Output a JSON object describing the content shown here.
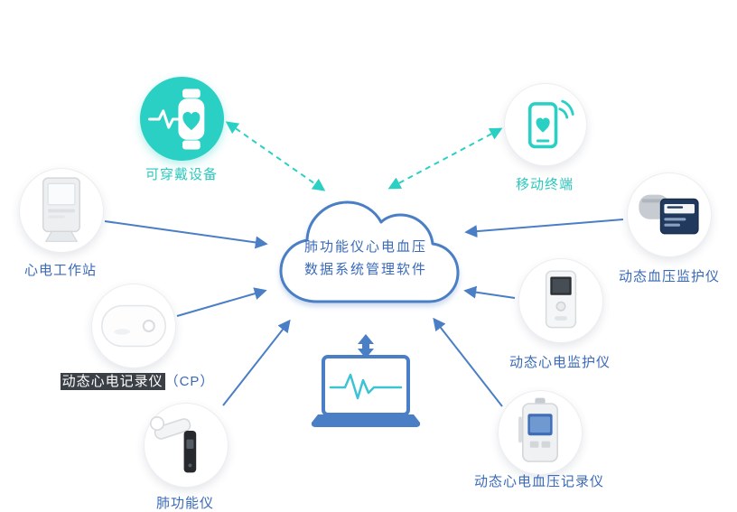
{
  "cloud": {
    "line1": "肺功能仪心电血压",
    "line2": "数据系统管理软件"
  },
  "nodes": {
    "wearable": {
      "label": "可穿戴设备",
      "icon": "smartwatch-heart-icon"
    },
    "mobile": {
      "label": "移动终端",
      "icon": "smartphone-heart-signal-icon"
    },
    "ecg_workstation": {
      "label": "心电工作站",
      "icon": "ecg-workstation-device-icon"
    },
    "ecg_recorder": {
      "label_highlighted": "动态心电记录仪",
      "label_suffix": "（CP）",
      "icon": "holter-recorder-device-icon"
    },
    "spirometer": {
      "label": "肺功能仪",
      "icon": "spirometer-device-icon"
    },
    "bp_monitor": {
      "label": "动态血压监护仪",
      "icon": "bp-monitor-device-icon"
    },
    "ecg_monitor": {
      "label": "动态心电监护仪",
      "icon": "ecg-monitor-device-icon"
    },
    "ecg_bp_recorder": {
      "label": "动态心电血压记录仪",
      "icon": "ecg-bp-recorder-device-icon"
    }
  },
  "laptop": {
    "icon": "laptop-ecg-waveform-icon"
  },
  "colors": {
    "teal": "#2bd0c5",
    "teal_label": "#2bc8bd",
    "blue": "#4a7ec5",
    "label_blue": "#3a6ab8",
    "highlight_bg": "#3b3f46",
    "highlight_text": "#ffffff"
  }
}
